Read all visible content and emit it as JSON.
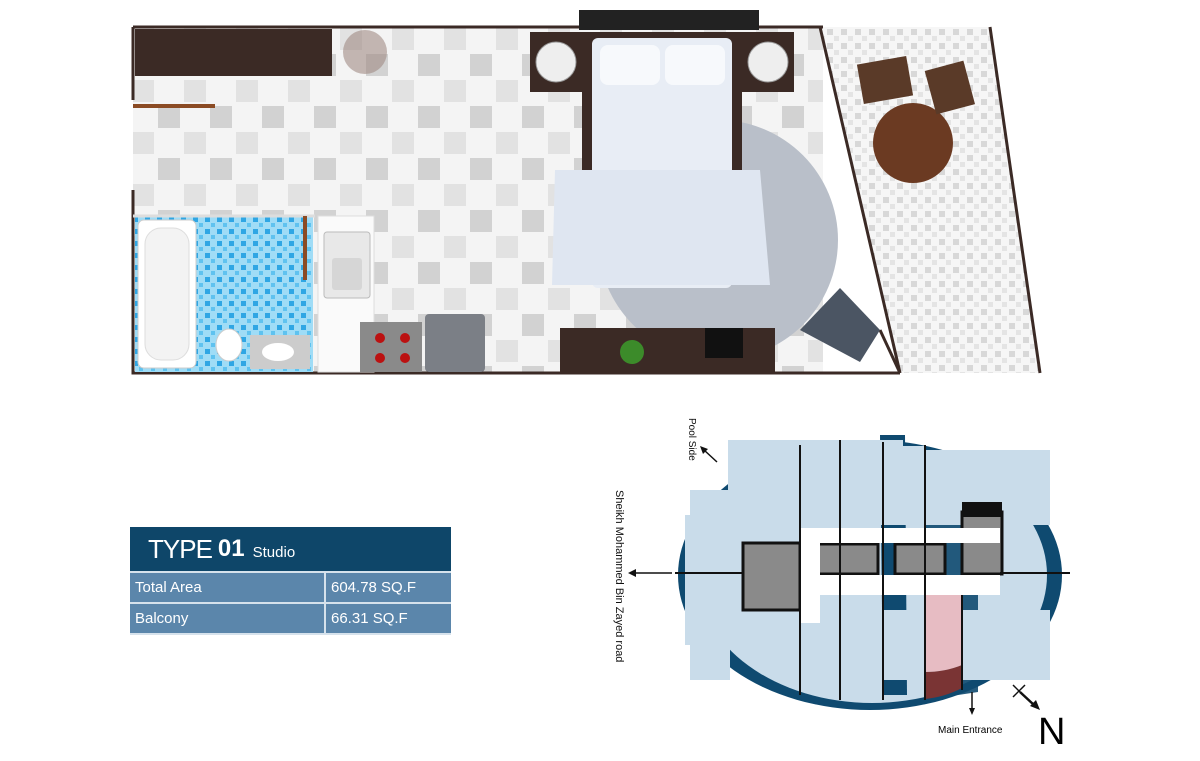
{
  "unit_plan": {
    "rooms": [
      "bedroom-living",
      "bathroom",
      "kitchenette",
      "balcony",
      "entry"
    ],
    "colors": {
      "wall": "#3b2a25",
      "floor": "#f2f2f2",
      "tile": "#cfcfcf",
      "bath_tile": "#3fb3ea",
      "rug": "#b9bfc9",
      "table": "#6b3a22"
    }
  },
  "spec": {
    "type_label": "TYPE",
    "type_number": "01",
    "type_name": "Studio",
    "rows": [
      {
        "label": "Total Area",
        "value": "604.78 SQ.F"
      },
      {
        "label": "Balcony",
        "value": "66.31 SQ.F"
      }
    ],
    "colors": {
      "header": "#0e4669",
      "row": "#5b86ab"
    }
  },
  "key_plan": {
    "pool_side": "Pool Side",
    "road": "Sheikh Mohammed Bin Zayed road",
    "main_entrance": "Main Entrance",
    "north": "N",
    "colors": {
      "unit": "#c9dcea",
      "balcony": "#0f4a70",
      "highlight_unit": "#e7bcc3",
      "highlight_balcony": "#7a3434",
      "core": "#8a8a8a"
    }
  }
}
